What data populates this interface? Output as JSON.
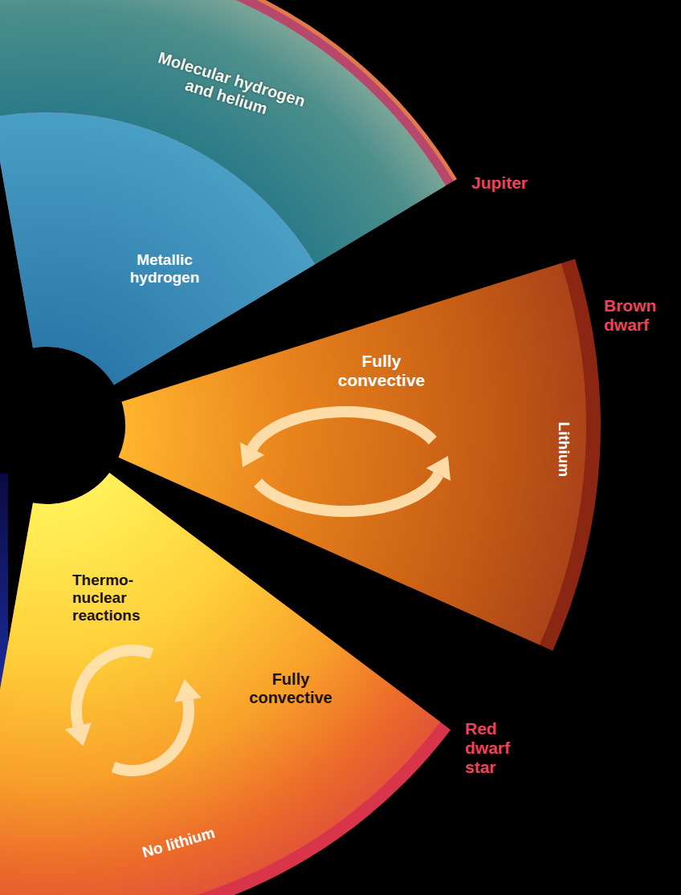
{
  "diagram": {
    "nodes": [
      {
        "text": [
          "Jupiter"
        ]
      },
      {
        "text": [
          "Molecular hydrogen and helium"
        ],
        "in": 0
      },
      {
        "text": [
          "Metallic hydrogen"
        ],
        "in": 0
      },
      {
        "text": [
          "Brown dwarf",
          "Fully convective",
          "Lithium"
        ]
      },
      {
        "text": [
          "Red dwarf star",
          "Thermo- nuclear reactions",
          "Fully convective",
          "No lithium"
        ]
      }
    ]
  }
}
